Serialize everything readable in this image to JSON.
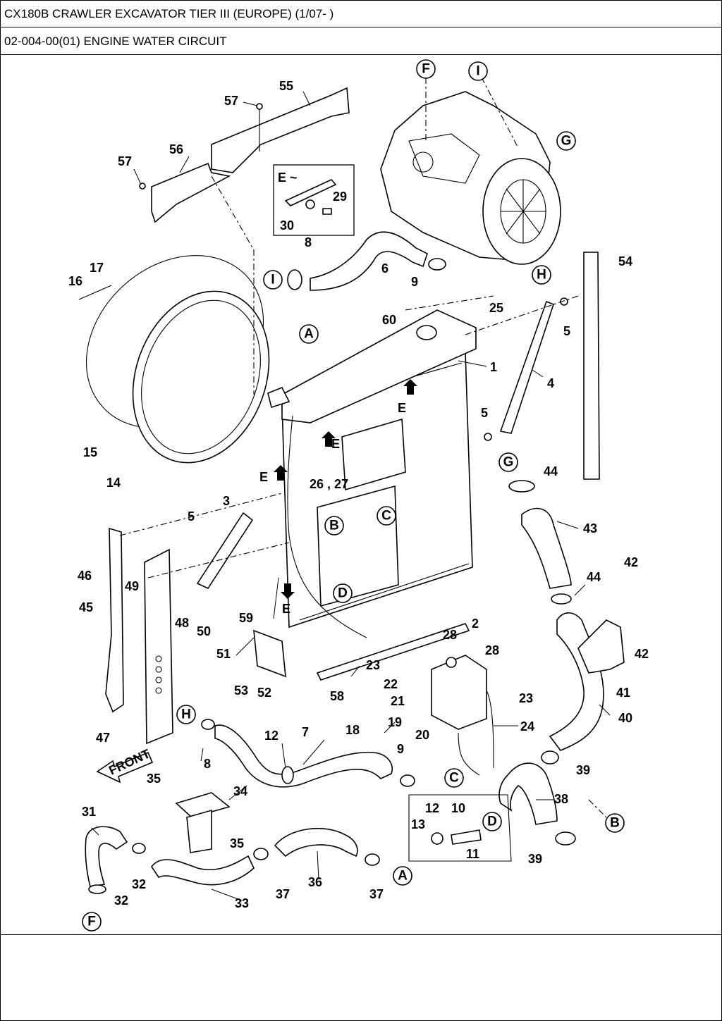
{
  "header": {
    "line1": "CX180B CRAWLER EXCAVATOR TIER III (EUROPE) (1/07- )",
    "line2": "02-004-00(01) ENGINE WATER CIRCUIT"
  },
  "inset_title": "E ~",
  "front_arrow_label": "FRONT",
  "connectors": [
    "F",
    "I",
    "G",
    "H",
    "A",
    "C",
    "B",
    "D",
    "H",
    "C",
    "D",
    "B",
    "A",
    "F",
    "G"
  ],
  "part_labels": [
    "55",
    "57",
    "56",
    "57",
    "29",
    "30",
    "8",
    "6",
    "9",
    "17",
    "16",
    "15",
    "14",
    "54",
    "25",
    "60",
    "1",
    "4",
    "5",
    "5",
    "3",
    "5",
    "46",
    "45",
    "49",
    "48",
    "50",
    "59",
    "26 , 27",
    "2",
    "44",
    "43",
    "42",
    "44",
    "41",
    "42",
    "40",
    "28",
    "28",
    "23",
    "22",
    "21",
    "23",
    "24",
    "18",
    "19",
    "20",
    "58",
    "51",
    "53",
    "52",
    "47",
    "8",
    "12",
    "7",
    "9",
    "39",
    "38",
    "39",
    "13",
    "12",
    "10",
    "11",
    "35",
    "34",
    "31",
    "35",
    "32",
    "32",
    "33",
    "37",
    "36",
    "37",
    "E",
    "E",
    "E",
    "E",
    "E"
  ]
}
